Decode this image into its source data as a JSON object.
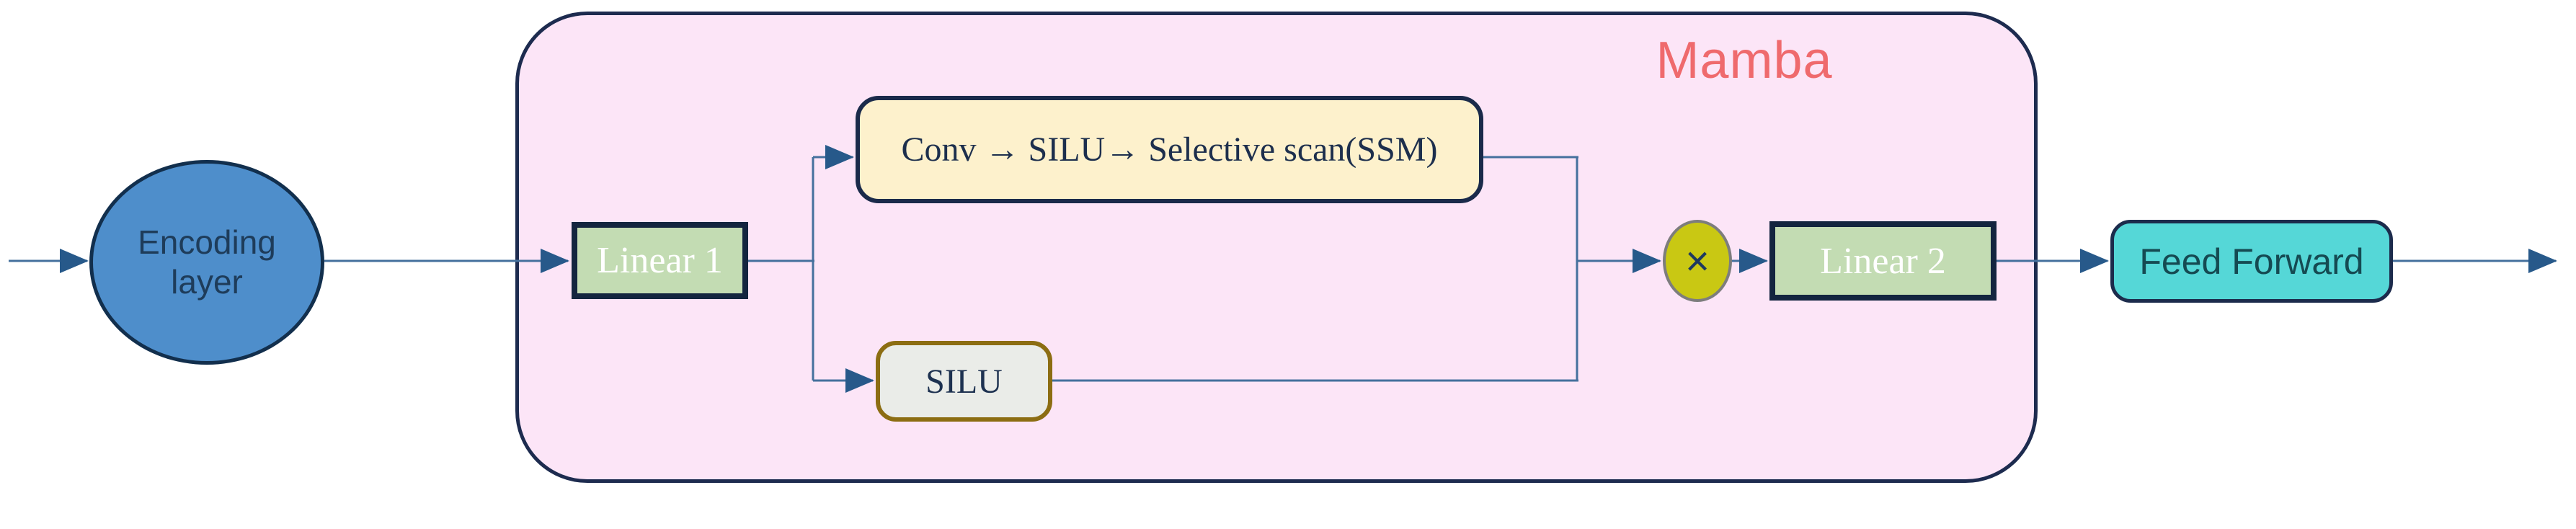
{
  "colors": {
    "canvas-bg": "#ffffff",
    "line": "#44709d",
    "arrowhead": "#27598a",
    "mamba-fill": "#fce5f7",
    "mamba-border": "#1d2b4f",
    "mamba-title": "#ef6a6d",
    "encoding-fill": "#4e8ecb",
    "encoding-border": "#122f4d",
    "encoding-text": "#1e3c5a",
    "linear-fill": "#c3dcb3",
    "linear-border": "#13253f",
    "linear-text": "#ffffff",
    "conv-fill": "#fdf1cc",
    "conv-border": "#1a2a4a",
    "conv-text": "#1d2f4d",
    "silu-fill": "#eaece8",
    "silu-border": "#8c6d12",
    "silu-text": "#1d3150",
    "multiply-fill": "#c9c813",
    "multiply-border": "#7d7d7d",
    "multiply-text": "#1e3a5f",
    "ff-fill": "#55d7d7",
    "ff-border": "#1c2b4c",
    "ff-text": "#154a52"
  },
  "diagram": {
    "container_label": "Mamba",
    "nodes": {
      "encoding": {
        "label": "Encoding layer"
      },
      "linear1": {
        "label": "Linear 1"
      },
      "conv_silu_ssm": {
        "label": "Conv → SILU→ Selective scan(SSM)"
      },
      "silu": {
        "label": "SILU"
      },
      "multiply": {
        "symbol": "×"
      },
      "linear2": {
        "label": "Linear 2"
      },
      "feed_forward": {
        "label": "Feed Forward"
      }
    }
  }
}
